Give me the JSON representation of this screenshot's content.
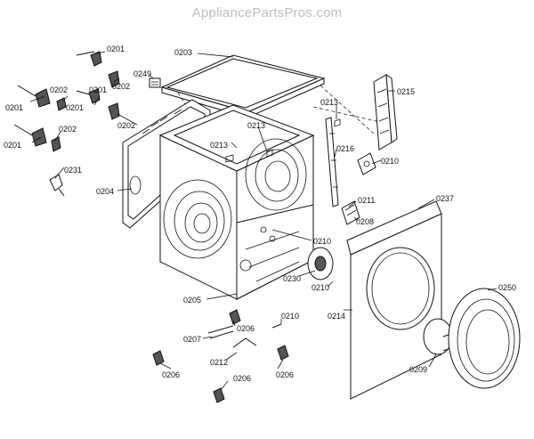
{
  "watermark": "AppliancePartsPros.com",
  "labels": [
    {
      "id": "l0201a",
      "text": "0201"
    },
    {
      "id": "l0202a",
      "text": "0202"
    },
    {
      "id": "l0249",
      "text": "0249"
    },
    {
      "id": "l0203",
      "text": "0203"
    },
    {
      "id": "l0201b",
      "text": "0201"
    },
    {
      "id": "l0202b",
      "text": "0202"
    },
    {
      "id": "l0201c",
      "text": "0201"
    },
    {
      "id": "l0201d",
      "text": "0201"
    },
    {
      "id": "l0202c",
      "text": "0202"
    },
    {
      "id": "l0201e",
      "text": "0201"
    },
    {
      "id": "l0202d",
      "text": "0202"
    },
    {
      "id": "l0231",
      "text": "0231"
    },
    {
      "id": "l0204",
      "text": "0204"
    },
    {
      "id": "l0213a",
      "text": "0213"
    },
    {
      "id": "l0213b",
      "text": "0213"
    },
    {
      "id": "l0213c",
      "text": "0213"
    },
    {
      "id": "l0215",
      "text": "0215"
    },
    {
      "id": "l0216",
      "text": "0216"
    },
    {
      "id": "l0210a",
      "text": "0210"
    },
    {
      "id": "l0211",
      "text": "0211"
    },
    {
      "id": "l0237",
      "text": "0237"
    },
    {
      "id": "l0208",
      "text": "0208"
    },
    {
      "id": "l0210b",
      "text": "0210"
    },
    {
      "id": "l0230",
      "text": "0230"
    },
    {
      "id": "l0210c",
      "text": "0210"
    },
    {
      "id": "l0205",
      "text": "0205"
    },
    {
      "id": "l0206a",
      "text": "0206"
    },
    {
      "id": "l0210d",
      "text": "0210"
    },
    {
      "id": "l0214",
      "text": "0214"
    },
    {
      "id": "l0250",
      "text": "0250"
    },
    {
      "id": "l0207",
      "text": "0207"
    },
    {
      "id": "l0212",
      "text": "0212"
    },
    {
      "id": "l0209",
      "text": "0209"
    },
    {
      "id": "l0206b",
      "text": "0206"
    },
    {
      "id": "l0206c",
      "text": "0206"
    },
    {
      "id": "l0206d",
      "text": "0206"
    }
  ]
}
